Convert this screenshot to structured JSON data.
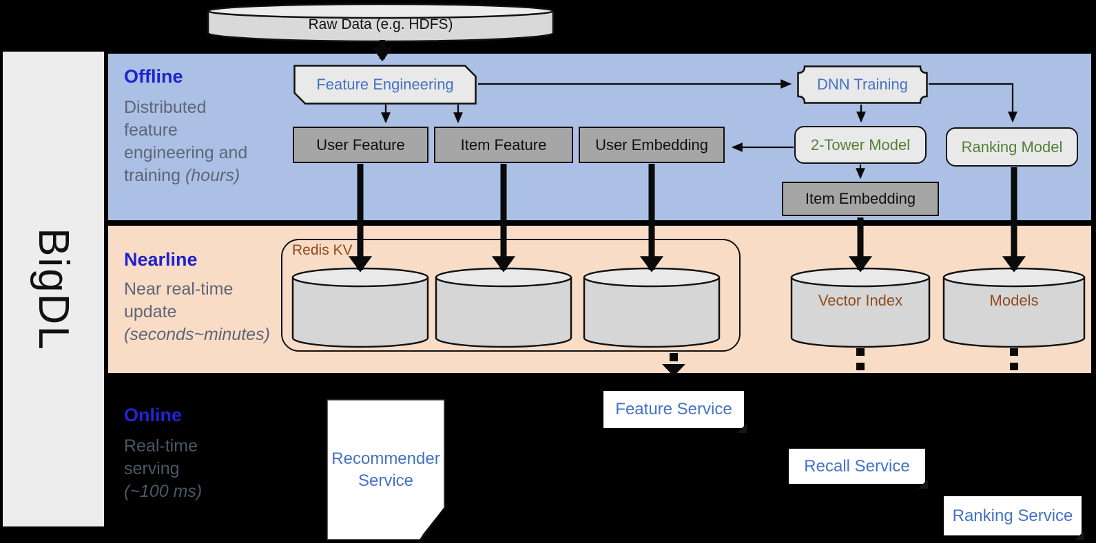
{
  "brand": {
    "label": "BigDL"
  },
  "source": {
    "label": "Raw Data (e.g. HDFS)"
  },
  "bands": {
    "offline": {
      "title": "Offline",
      "desc1": "Distributed",
      "desc2": "feature",
      "desc3": "engineering and",
      "desc4": "training ",
      "desc4_italic": "(hours)"
    },
    "nearline": {
      "title": "Nearline",
      "desc1": "Near real-time",
      "desc2": "update",
      "desc3_italic": "(seconds~minutes)"
    },
    "online": {
      "title": "Online",
      "desc1": "Real-time",
      "desc2": "serving",
      "desc3_italic": "(~100 ms)"
    }
  },
  "nodes": {
    "feature_engineering": {
      "label": "Feature Engineering"
    },
    "dnn_training": {
      "label": "DNN Training"
    },
    "user_feature": {
      "label": "User Feature"
    },
    "item_feature": {
      "label": "Item Feature"
    },
    "user_embedding": {
      "label": "User Embedding"
    },
    "two_tower_model": {
      "label": "2-Tower Model"
    },
    "ranking_model": {
      "label": "Ranking Model"
    },
    "item_embedding": {
      "label": "Item Embedding"
    },
    "redis_kv": {
      "label": "Redis KV"
    },
    "vector_index": {
      "label": "Vector Index"
    },
    "models": {
      "label": "Models"
    },
    "recommender_service": {
      "label_line1": "Recommender",
      "label_line2": "Service"
    },
    "feature_service": {
      "label": "Feature Service"
    },
    "recall_service": {
      "label": "Recall Service"
    },
    "ranking_service": {
      "label": "Ranking Service"
    }
  },
  "edges": [
    {
      "from": "raw_data",
      "to": "feature_engineering",
      "style": "thick-solid"
    },
    {
      "from": "feature_engineering",
      "to": "dnn_training",
      "style": "thin-solid"
    },
    {
      "from": "feature_engineering",
      "to": "user_feature",
      "style": "thin-solid"
    },
    {
      "from": "feature_engineering",
      "to": "item_feature",
      "style": "thin-solid"
    },
    {
      "from": "dnn_training",
      "to": "two_tower_model",
      "style": "thin-solid"
    },
    {
      "from": "dnn_training",
      "to": "ranking_model",
      "style": "thin-solid"
    },
    {
      "from": "two_tower_model",
      "to": "user_embedding",
      "style": "thin-solid"
    },
    {
      "from": "two_tower_model",
      "to": "item_embedding",
      "style": "thin-solid"
    },
    {
      "from": "user_feature",
      "to": "redis_kv_cylinder_1",
      "style": "thick-solid"
    },
    {
      "from": "item_feature",
      "to": "redis_kv_cylinder_2",
      "style": "thick-solid"
    },
    {
      "from": "user_embedding",
      "to": "redis_kv_cylinder_3",
      "style": "thick-solid"
    },
    {
      "from": "item_embedding",
      "to": "vector_index",
      "style": "thick-solid"
    },
    {
      "from": "ranking_model",
      "to": "models",
      "style": "thick-solid"
    },
    {
      "from": "redis_kv",
      "to": "feature_service",
      "style": "thick-dashed"
    },
    {
      "from": "vector_index",
      "to": "recall_service",
      "style": "thick-dashed"
    },
    {
      "from": "models",
      "to": "ranking_service",
      "style": "thick-dashed"
    }
  ],
  "colors": {
    "background": "#000000",
    "band_offline": "#abc0e4",
    "band_nearline": "#f9dcc6",
    "sidebar_band": "#ededed",
    "section_title_blue": "#1f22cc",
    "section_body_gray": "#5d6677",
    "online_body_gray": "#4b5866",
    "node_blue_text": "#4472c4",
    "node_green_text": "#538135",
    "storage_brown_text": "#8e4a1b",
    "gray_node_fill": "#a6a6a6",
    "light_node_fill": "#e9e9e9",
    "cylinder_fill": "#d6d6d6",
    "service_fill": "#ffffff"
  }
}
